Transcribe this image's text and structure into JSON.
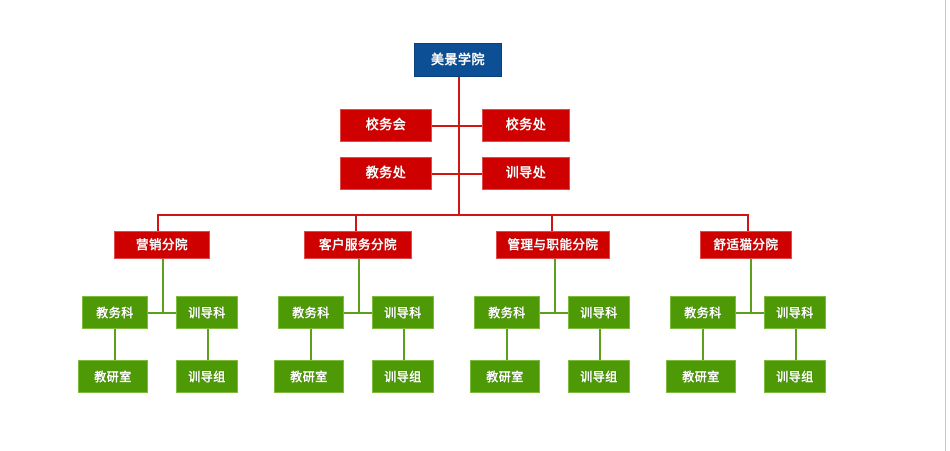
{
  "diagram": {
    "type": "org-chart",
    "title_node": "美景学院",
    "colors": {
      "root_fill": "#0c4f95",
      "tier2_fill": "#cf0000",
      "branch_fill": "#cf0000",
      "leaf_fill": "#4e9a06",
      "red_connector": "#d11414",
      "green_connector": "#5aa01a",
      "background": "#ffffff",
      "page_edge": "#c9c9c9",
      "text": "#ffffff"
    },
    "root": {
      "label": "美景学院"
    },
    "tier2": [
      {
        "label": "校务会",
        "side": "left",
        "row": 1
      },
      {
        "label": "校务处",
        "side": "right",
        "row": 1
      },
      {
        "label": "教务处",
        "side": "left",
        "row": 2
      },
      {
        "label": "训导处",
        "side": "right",
        "row": 2
      }
    ],
    "branches": [
      {
        "label": "营销分院",
        "departments": [
          {
            "label": "教务科",
            "child": {
              "label": "教研室"
            }
          },
          {
            "label": "训导科",
            "child": {
              "label": "训导组"
            }
          }
        ]
      },
      {
        "label": "客户服务分院",
        "departments": [
          {
            "label": "教务科",
            "child": {
              "label": "教研室"
            }
          },
          {
            "label": "训导科",
            "child": {
              "label": "训导组"
            }
          }
        ]
      },
      {
        "label": "管理与职能分院",
        "departments": [
          {
            "label": "教务科",
            "child": {
              "label": "教研室"
            }
          },
          {
            "label": "训导科",
            "child": {
              "label": "训导组"
            }
          }
        ]
      },
      {
        "label": "舒适猫分院",
        "departments": [
          {
            "label": "教务科",
            "child": {
              "label": "教研室"
            }
          },
          {
            "label": "训导科",
            "child": {
              "label": "训导组"
            }
          }
        ]
      }
    ]
  }
}
